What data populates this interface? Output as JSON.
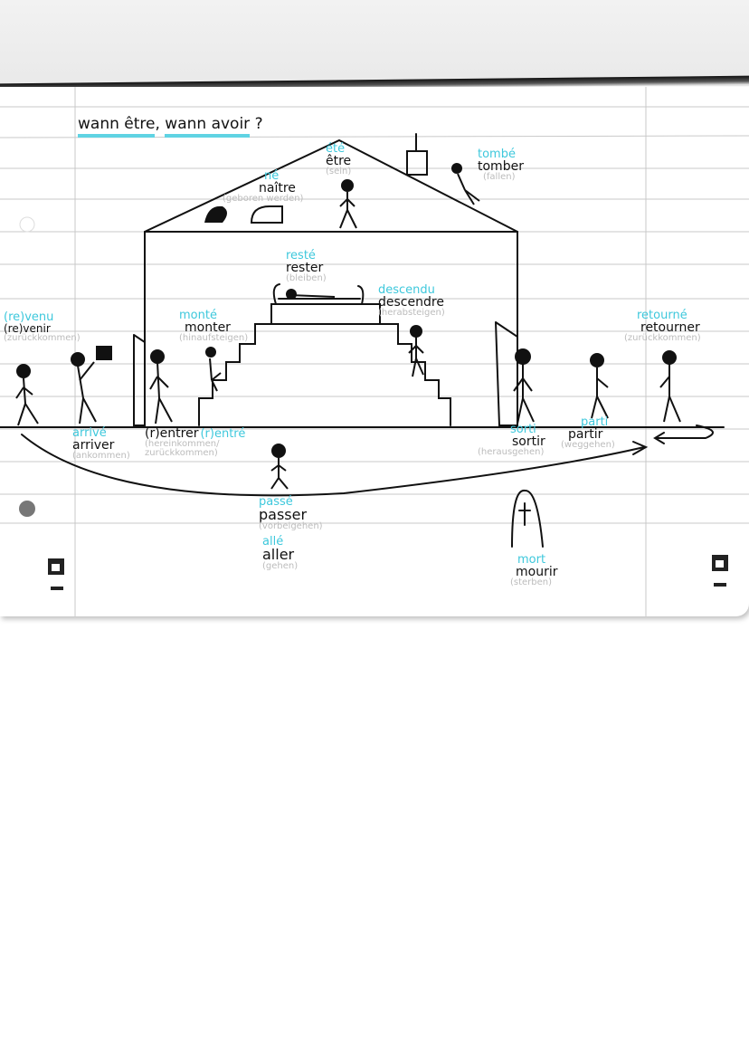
{
  "title": {
    "part1": "wann être",
    "sep": ",",
    "part2": "wann avoir",
    "end": " ?"
  },
  "colors": {
    "participle": "#3ec8dc",
    "infinitive": "#111111",
    "german": "#bcbcbc",
    "highlight": "#5fd3e3"
  },
  "verbs": [
    {
      "id": "naitre",
      "participle": "né",
      "infinitive": "naître",
      "german": "(geboren werden)"
    },
    {
      "id": "etre",
      "participle": "été",
      "infinitive": "être",
      "german": "(sein)"
    },
    {
      "id": "tomber",
      "participle": "tombé",
      "infinitive": "tomber",
      "german": "(fallen)"
    },
    {
      "id": "rester",
      "participle": "resté",
      "infinitive": "rester",
      "german": "(bleiben)"
    },
    {
      "id": "descendre",
      "participle": "descendu",
      "infinitive": "descendre",
      "german": "(herabsteigen)"
    },
    {
      "id": "monter",
      "participle": "monté",
      "infinitive": "monter",
      "german": "(hinaufsteigen)"
    },
    {
      "id": "revenir",
      "participle": "(re)venu",
      "infinitive": "(re)venir",
      "german": "(zurückkommen)"
    },
    {
      "id": "retourner",
      "participle": "retourné",
      "infinitive": "retourner",
      "german": "(zurückkommen)"
    },
    {
      "id": "arriver",
      "participle": "arrivé",
      "infinitive": "arriver",
      "german": "(ankommen)"
    },
    {
      "id": "entrer",
      "participle": "(r)entré",
      "infinitive": "(r)entrer",
      "german": "(hereinkommen/ zurückkommen)"
    },
    {
      "id": "sortir",
      "participle": "sorti",
      "infinitive": "sortir",
      "german": "(herausgehen)"
    },
    {
      "id": "partir",
      "participle": "parti",
      "infinitive": "partir",
      "german": "(weggehen)"
    },
    {
      "id": "passer",
      "participle": "passé",
      "infinitive": "passer",
      "german": "(vorbeigehen)"
    },
    {
      "id": "aller",
      "participle": "allé",
      "infinitive": "aller",
      "german": "(gehen)"
    },
    {
      "id": "mourir",
      "participle": "mort",
      "infinitive": "mourir",
      "german": "(sterben)"
    }
  ]
}
